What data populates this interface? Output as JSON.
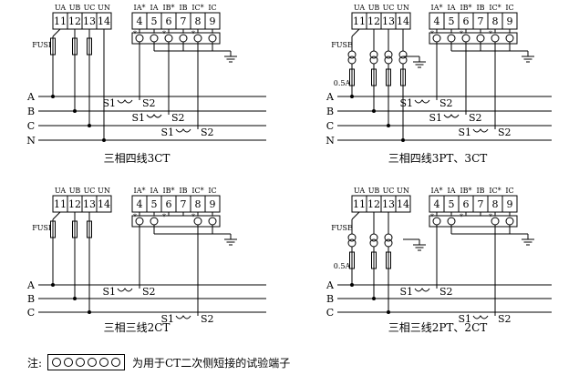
{
  "diagrams": [
    {
      "caption": "三相四线3CT",
      "volt_terminals": [
        "11",
        "12",
        "13",
        "14"
      ],
      "volt_labels": [
        "UA",
        "UB",
        "UC",
        "UN"
      ],
      "curr_terminals": [
        "4",
        "5",
        "6",
        "7",
        "8",
        "9"
      ],
      "curr_labels": [
        "IA*",
        "IA",
        "IB*",
        "IB",
        "IC*",
        "IC"
      ],
      "fuse_label": "FUSE",
      "lines": [
        "A",
        "B",
        "C",
        "N"
      ],
      "ct_labels": [
        [
          "S1",
          "S2"
        ],
        [
          "S1",
          "S2"
        ],
        [
          "S1",
          "S2"
        ]
      ]
    },
    {
      "caption": "三相四线3PT、3CT",
      "volt_terminals": [
        "11",
        "12",
        "13",
        "14"
      ],
      "volt_labels": [
        "UA",
        "UB",
        "UC",
        "UN"
      ],
      "curr_terminals": [
        "4",
        "5",
        "6",
        "7",
        "8",
        "9"
      ],
      "curr_labels": [
        "IA*",
        "IA",
        "IB*",
        "IB",
        "IC*",
        "IC"
      ],
      "fuse_label": "FUSE",
      "pt_fuse_label": "0.5A",
      "lines": [
        "A",
        "B",
        "C",
        "N"
      ],
      "ct_labels": [
        [
          "S1",
          "S2"
        ],
        [
          "S1",
          "S2"
        ],
        [
          "S1",
          "S2"
        ]
      ]
    },
    {
      "caption": "三相三线2CT",
      "volt_terminals": [
        "11",
        "12",
        "13",
        "14"
      ],
      "volt_labels": [
        "UA",
        "UB",
        "UC",
        "UN"
      ],
      "curr_terminals": [
        "4",
        "5",
        "6",
        "7",
        "8",
        "9"
      ],
      "curr_labels": [
        "IA*",
        "IA",
        "IB*",
        "IB",
        "IC*",
        "IC"
      ],
      "fuse_label": "FUSE",
      "lines": [
        "A",
        "B",
        "C"
      ],
      "ct_labels": [
        [
          "S1",
          "S2"
        ],
        [
          "S1",
          "S2"
        ]
      ]
    },
    {
      "caption": "三相三线2PT、2CT",
      "volt_terminals": [
        "11",
        "12",
        "13",
        "14"
      ],
      "volt_labels": [
        "UA",
        "UB",
        "UC",
        "UN"
      ],
      "curr_terminals": [
        "4",
        "5",
        "6",
        "7",
        "8",
        "9"
      ],
      "curr_labels": [
        "IA*",
        "IA",
        "IB*",
        "IB",
        "IC*",
        "IC"
      ],
      "fuse_label": "FUSE",
      "pt_fuse_label": "0.5A",
      "lines": [
        "A",
        "B",
        "C"
      ],
      "ct_labels": [
        [
          "S1",
          "S2"
        ],
        [
          "S1",
          "S2"
        ]
      ]
    }
  ],
  "note": {
    "prefix": "注:",
    "text": "为用于CT二次侧短接的试验端子",
    "circle_count": 6
  }
}
